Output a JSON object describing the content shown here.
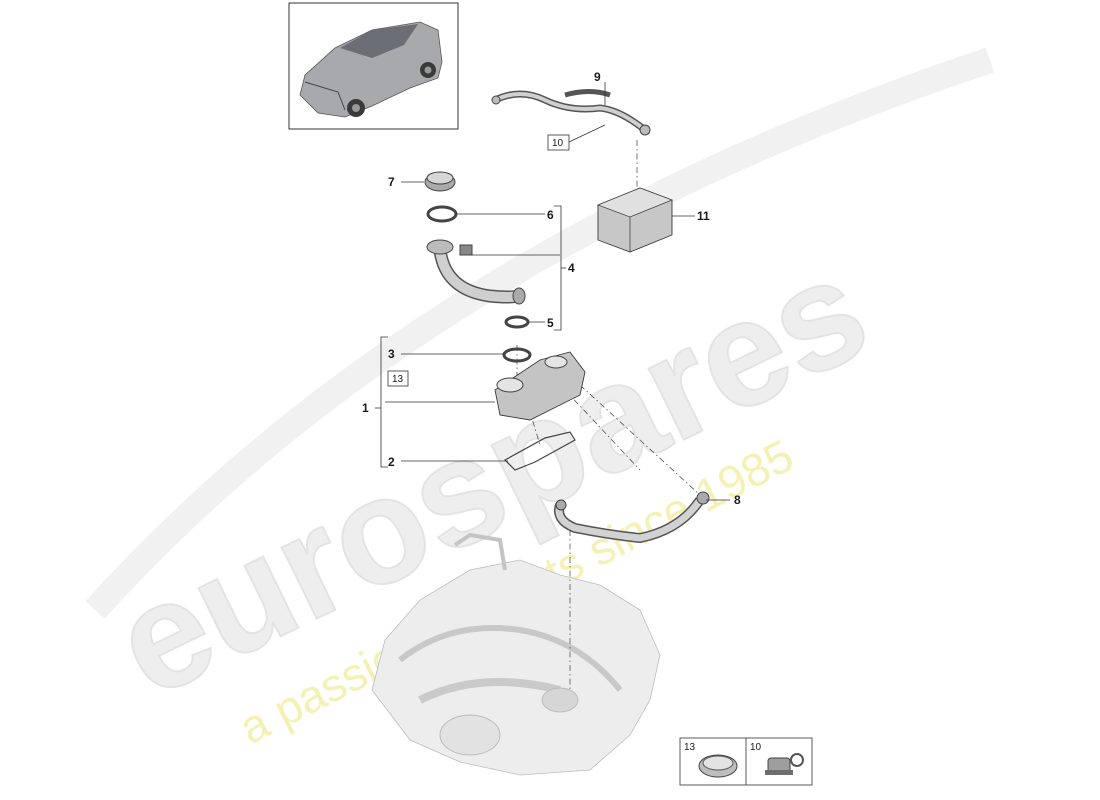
{
  "watermark": {
    "brand": "eurospares",
    "tagline": "a passion for parts since 1985"
  },
  "vehicle_thumbnail": {
    "icon": "suv-vehicle-icon"
  },
  "callouts": [
    {
      "number": "1"
    },
    {
      "number": "2"
    },
    {
      "number": "3"
    },
    {
      "number": "4"
    },
    {
      "number": "5"
    },
    {
      "number": "6"
    },
    {
      "number": "7"
    },
    {
      "number": "8"
    },
    {
      "number": "9"
    },
    {
      "number": "11"
    }
  ],
  "boxed_callouts": [
    {
      "number": "10"
    },
    {
      "number": "13"
    }
  ],
  "legend": [
    {
      "number": "13",
      "icon": "clamp-ring-icon"
    },
    {
      "number": "10",
      "icon": "hose-clip-icon"
    }
  ],
  "colors": {
    "line": "#333333",
    "part_fill": "#cfcfcf",
    "watermark_grey": "#eeeeee",
    "watermark_yellow": "#f3f1b4"
  }
}
